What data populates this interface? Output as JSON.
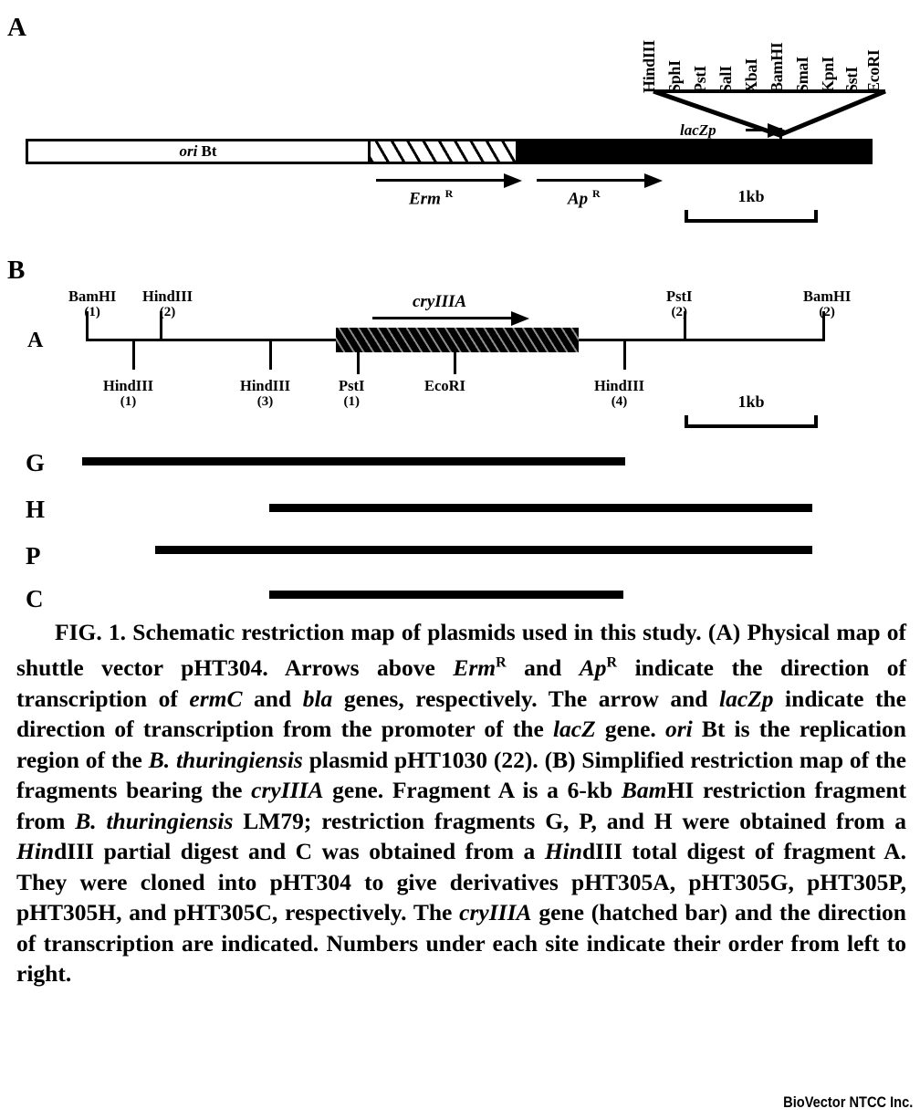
{
  "figure": {
    "panel_a_letter": "A",
    "panel_b_letter": "B",
    "credit": "BioVector NTCC Inc."
  },
  "panel_a": {
    "ori_label_italic": "ori",
    "ori_label_rest": " Bt",
    "polylinker_sites": [
      "HindIII",
      "SphI",
      "PstI",
      "SalI",
      "XbaI",
      "BamHI",
      "SmaI",
      "KpnI",
      "SstI",
      "EcoRI"
    ],
    "lacZp_label": "lacZp",
    "erm_label_italic": "Erm",
    "erm_label_sup": "R",
    "ap_label_italic": "Ap",
    "ap_label_sup": "R",
    "scale_label": "1kb"
  },
  "panel_b": {
    "fragment_a_letter": "A",
    "gene_label": "cryIIIA",
    "scale_label": "1kb",
    "sites_above": [
      {
        "name": "BamHI",
        "num": "(1)"
      },
      {
        "name": "HindIII",
        "num": "(2)"
      },
      {
        "name": "PstI",
        "num": "(2)"
      },
      {
        "name": "BamHI",
        "num": "(2)"
      }
    ],
    "sites_below": [
      {
        "name": "HindIII",
        "num": "(1)"
      },
      {
        "name": "HindIII",
        "num": "(3)"
      },
      {
        "name": "PstI",
        "num": "(1)"
      },
      {
        "name": "EcoRI",
        "num": ""
      },
      {
        "name": "HindIII",
        "num": "(4)"
      }
    ],
    "fragments": [
      {
        "letter": "G"
      },
      {
        "letter": "H"
      },
      {
        "letter": "P"
      },
      {
        "letter": "C"
      }
    ]
  },
  "caption": {
    "full_text": "FIG. 1. Schematic restriction map of plasmids used in this study. (A) Physical map of shuttle vector pHT304. Arrows above ErmR and ApR indicate the direction of transcription of ermC and bla genes, respectively. The arrow and lacZp indicate the direction of transcription from the promoter of the lacZ gene. ori Bt is the replication region of the B. thuringiensis plasmid pHT1030 (22). (B) Simplified restriction map of the fragments bearing the cryIIIA gene. Fragment A is a 6-kb BamHI restriction fragment from B. thuringiensis LM79; restriction fragments G, P, and H were obtained from a HindIII partial digest and C was obtained from a HindIII total digest of fragment A. They were cloned into pHT304 to give derivatives pHT305A, pHT305G, pHT305P, pHT305H, and pHT305C, respectively. The cryIIIA gene (hatched bar) and the direction of transcription are indicated. Numbers under each site indicate their order from left to right."
  }
}
